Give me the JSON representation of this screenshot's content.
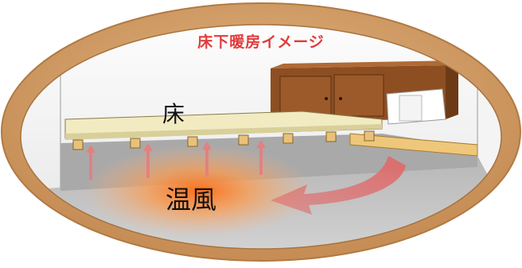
{
  "diagram": {
    "title": "床下暖房イメージ",
    "floor_label": "床",
    "warm_air_label": "温風"
  },
  "colors": {
    "frame": "#d4a06a",
    "frame_edge": "#b9844c",
    "title": "#e23b3b",
    "floor_board": "#f2ebc2",
    "joist": "#e8c27a",
    "wall": "#eeeeee",
    "ground": "#cfcfcf",
    "cabinet": "#9a5a2a",
    "warm_glow": "#ff7a1c",
    "arrow": "#e48080"
  }
}
